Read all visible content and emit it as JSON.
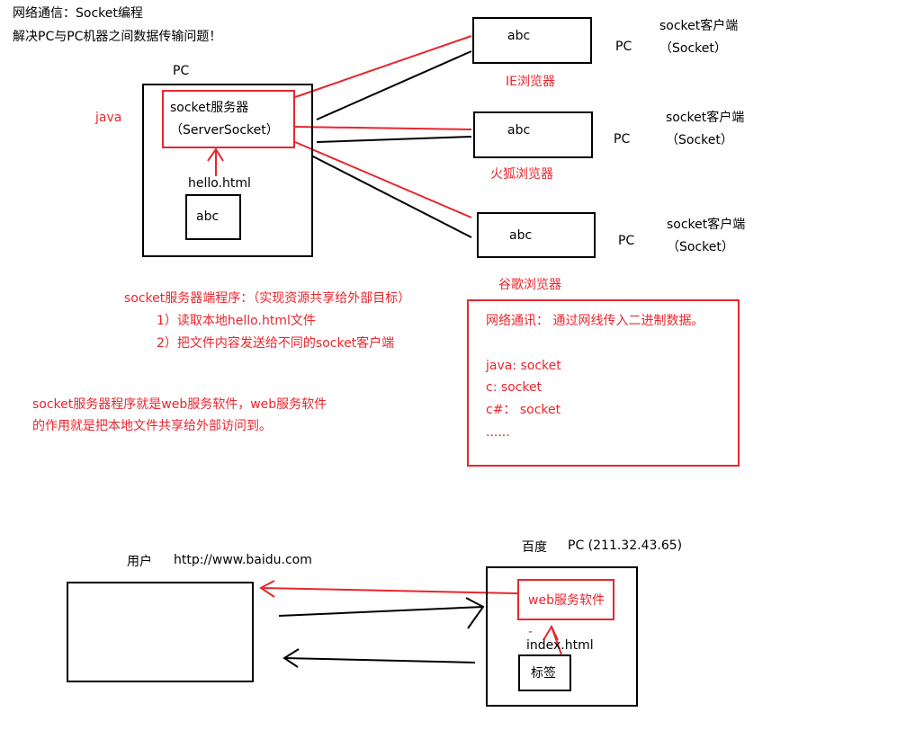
{
  "header": {
    "title": "网络通信：Socket编程",
    "subtitle": "解决PC与PC机器之间数据传输问题！"
  },
  "server": {
    "pc_label": "PC",
    "lang_label": "java",
    "socket_server_line1": "socket服务器",
    "socket_server_line2": "（ServerSocket）",
    "file_label": "hello.html",
    "file_content": "abc"
  },
  "clients": [
    {
      "content": "abc",
      "pc_label": "PC",
      "browser": "IE浏览器",
      "client_line1": "socket客户端",
      "client_line2": "（Socket）"
    },
    {
      "content": "abc",
      "pc_label": "PC",
      "browser": "火狐浏览器",
      "client_line1": "socket客户端",
      "client_line2": "（Socket）"
    },
    {
      "content": "abc",
      "pc_label": "PC",
      "browser": "谷歌浏览器",
      "client_line1": "socket客户端",
      "client_line2": "（Socket）"
    }
  ],
  "server_program": {
    "title": "socket服务器端程序：（实现资源共享给外部目标）",
    "step1": "1）读取本地hello.html文件",
    "step2": "2）把文件内容发送给不同的socket客户端"
  },
  "web_note": {
    "line1": "socket服务器程序就是web服务软件，web服务软件",
    "line2": "的作用就是把本地文件共享给外部访问到。"
  },
  "network_note": {
    "line1": "网络通讯： 通过网线传入二进制数据。",
    "line2": "java: socket",
    "line3": "c: socket",
    "line4": "c#： socket",
    "line5": "......"
  },
  "bottom": {
    "user_label": "用户",
    "url": "http://www.baidu.com",
    "baidu_label": "百度",
    "pc_ip": "PC (211.32.43.65)",
    "web_software": "web服务软件",
    "dash": "-",
    "index_file": "index.html",
    "tag_label": "标签"
  },
  "colors": {
    "red": "#e8262d",
    "black": "#000000"
  }
}
